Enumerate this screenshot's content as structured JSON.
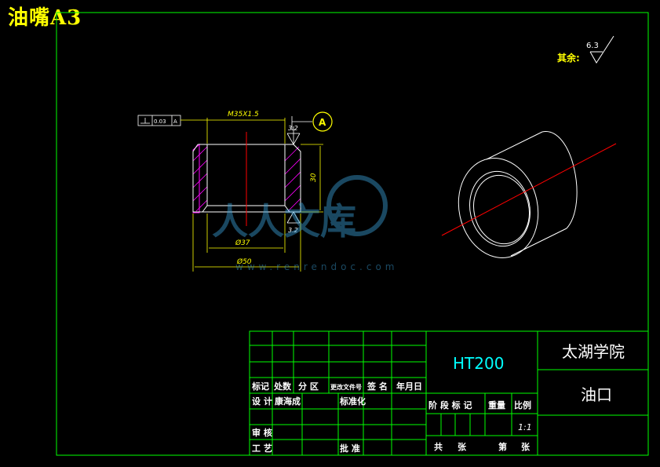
{
  "header": {
    "title": "油嘴A3"
  },
  "annotations": {
    "roughness_label": "其余:",
    "roughness_value": "6.3",
    "thread": "M35X1.5",
    "datum": "A",
    "fcf_tol": "0.03",
    "fcf_datum": "A",
    "surface_top": "3.2",
    "surface_bottom": "3.2",
    "height": "30",
    "inner_dia": "Ø37",
    "outer_dia": "Ø50",
    "watermark": "人人文库",
    "watermark_url": "www.renrendoc.com"
  },
  "title_block": {
    "material": "HT200",
    "school": "太湖学院",
    "part_name": "油口",
    "labels": {
      "biaoji": "标记",
      "chushu": "处数",
      "fenqu": "分 区",
      "gengai": "更改文件号",
      "qianming": "签 名",
      "nianyueri": "年月日",
      "sheji": "设 计",
      "designer": "康海成",
      "biaozhunhua": "标准化",
      "shenhe": "审 核",
      "gongyi": "工 艺",
      "pizhun": "批 准",
      "jieduan": "阶 段 标 记",
      "zhongliang": "重量",
      "bili": "比例",
      "scale": "1:1",
      "gong": "共",
      "zhang1": "张",
      "di": "第",
      "zhang2": "张"
    }
  },
  "colors": {
    "background": "#000000",
    "frame": "#00ff00",
    "outline": "#ffffff",
    "dimension": "#ffff00",
    "hatch": "#ff00ff",
    "centerline": "#ff0000",
    "text_cyan": "#00ffff"
  }
}
